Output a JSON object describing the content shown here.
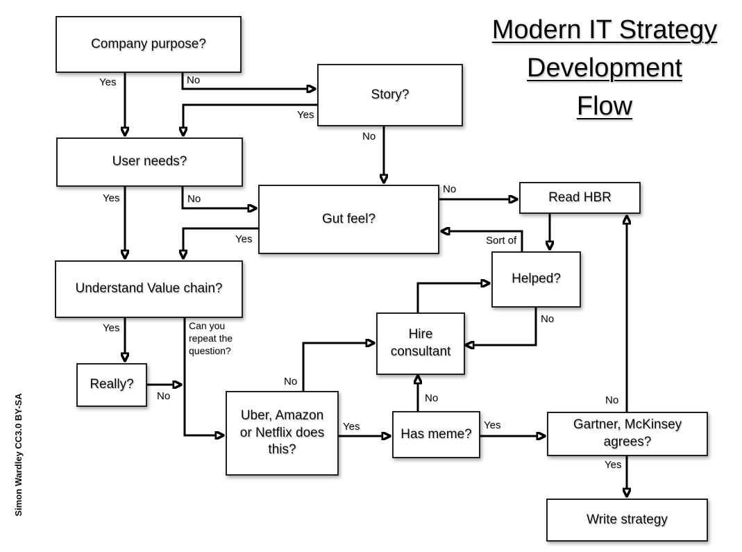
{
  "title": {
    "lines": [
      "Modern IT Strategy",
      "Development",
      "Flow"
    ]
  },
  "attribution": "Simon Wardley CC3.0 BY-SA",
  "nodes": {
    "company_purpose": {
      "label": "Company purpose?"
    },
    "story": {
      "label": "Story?"
    },
    "user_needs": {
      "label": "User needs?"
    },
    "gut_feel": {
      "label": "Gut feel?"
    },
    "read_hbr": {
      "label": "Read HBR"
    },
    "understand_value_chain": {
      "label": "Understand Value chain?"
    },
    "helped": {
      "label": "Helped?"
    },
    "hire_consultant": {
      "label": [
        "Hire",
        "consultant"
      ]
    },
    "really": {
      "label": "Really?"
    },
    "uber_amazon_netflix": {
      "label": [
        "Uber, Amazon",
        "or Netflix does",
        "this?"
      ]
    },
    "has_meme": {
      "label": "Has meme?"
    },
    "gartner_mckinsey": {
      "label": [
        "Gartner, McKinsey",
        "agrees?"
      ]
    },
    "write_strategy": {
      "label": "Write strategy"
    }
  },
  "edge_labels": {
    "company_purpose_yes": "Yes",
    "company_purpose_no": "No",
    "story_yes": "Yes",
    "story_no": "No",
    "user_needs_yes": "Yes",
    "user_needs_no": "No",
    "gut_feel_yes": "Yes",
    "gut_feel_no": "No",
    "helped_sort_of": "Sort of",
    "understand_yes": "Yes",
    "understand_repeat_question": [
      "Can you",
      "repeat the",
      "question?"
    ],
    "really_no": "No",
    "uber_no": "No",
    "uber_yes": "Yes",
    "has_meme_no": "No",
    "has_meme_yes": "Yes",
    "helped_no": "No",
    "gartner_no": "No",
    "gartner_yes": "Yes"
  },
  "colors": {
    "line": "#000000",
    "box_fill": "#ffffff",
    "box_border": "#1f1f1f",
    "text": "#0a0a0a",
    "background": "#ffffff"
  }
}
